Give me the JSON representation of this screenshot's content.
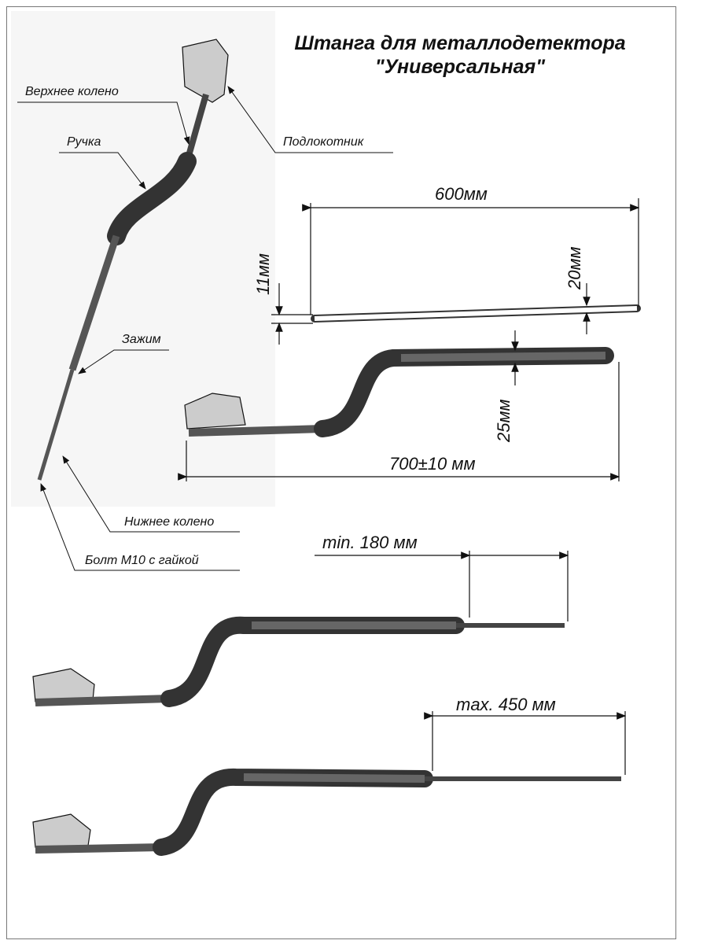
{
  "title": {
    "line1": "Штанга для металлодетектора",
    "line2": "\"Универсальная\""
  },
  "labels": {
    "upper_knee": "Верхнее колено",
    "handle": "Ручка",
    "armrest": "Подлокотник",
    "clamp": "Зажим",
    "lower_knee": "Нижнее колено",
    "bolt": "Болт М10 с гайкой"
  },
  "dimensions": {
    "upper_length": "600мм",
    "small_diameter": "11мм",
    "large_diameter": "20мм",
    "handle_diameter": "25мм",
    "total_length": "700±10 мм",
    "min_extension": "min. 180 мм",
    "max_extension": "max. 450 мм"
  }
}
